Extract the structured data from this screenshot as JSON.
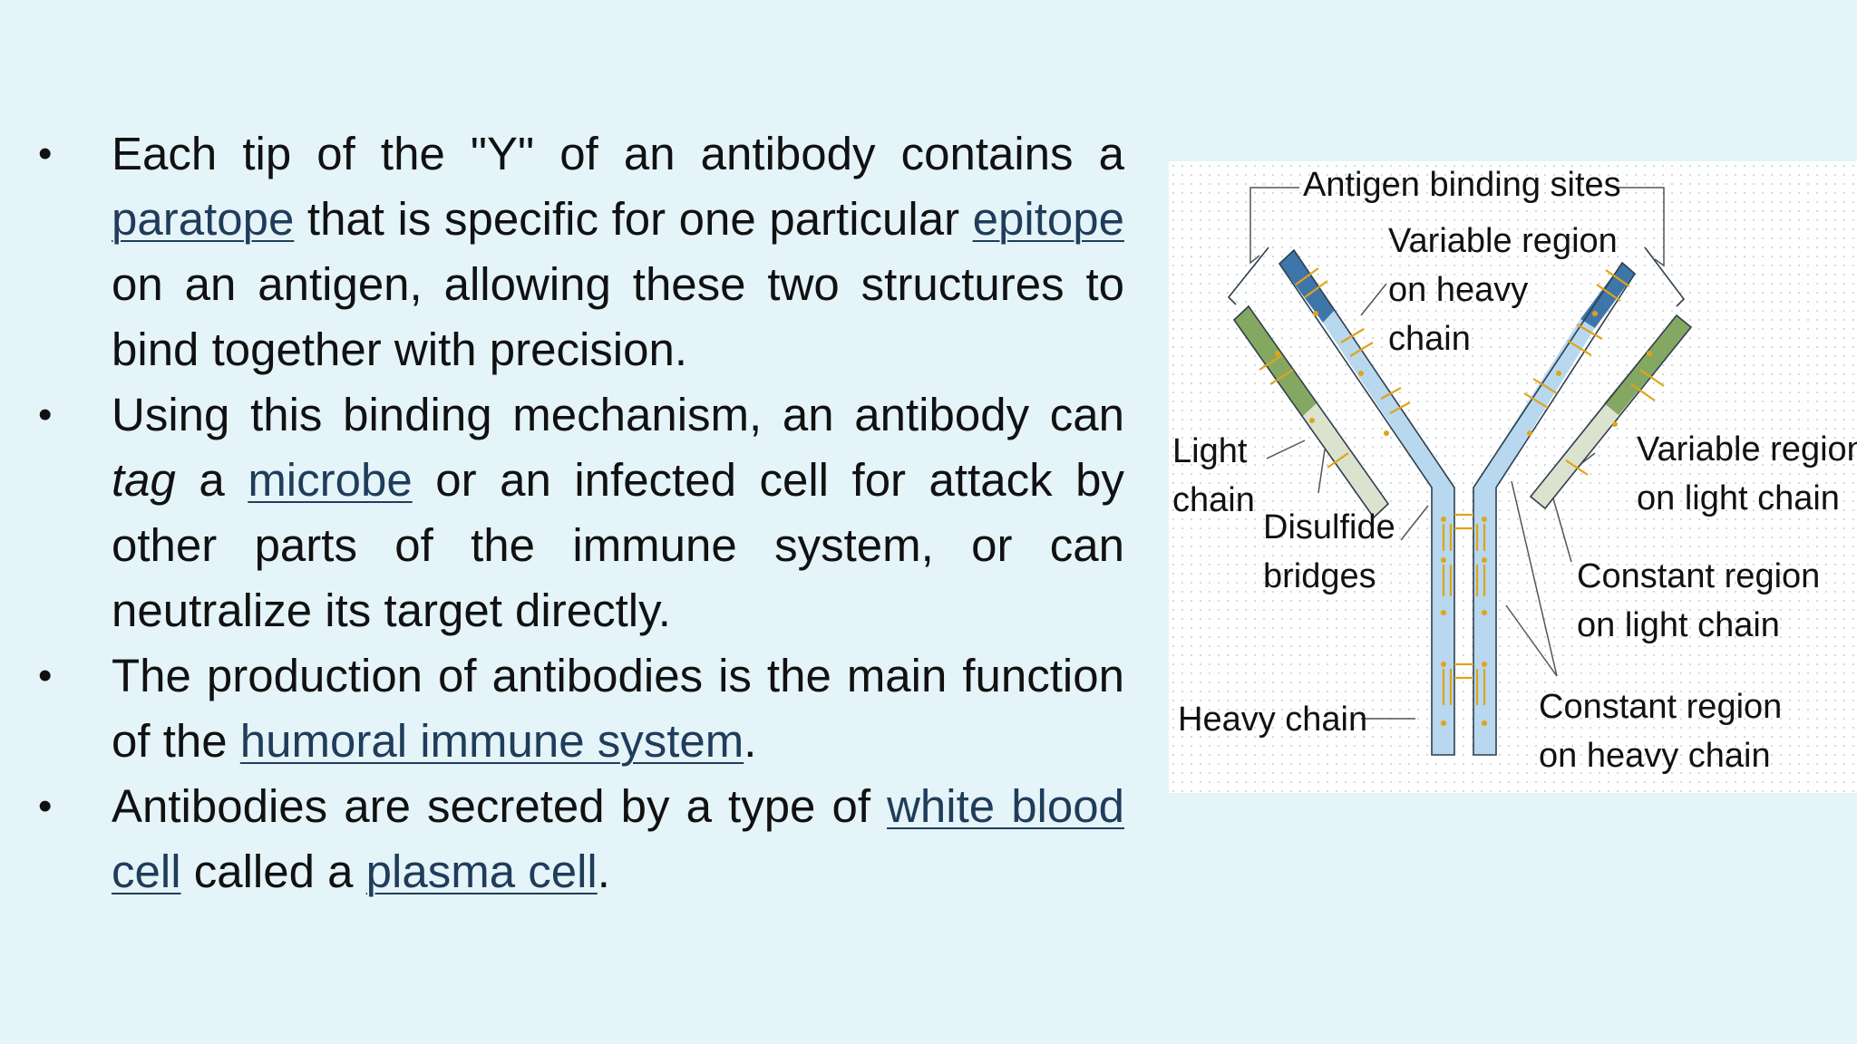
{
  "bullets": [
    {
      "segments": [
        {
          "text": "Each tip of the \"Y\" of an antibody contains a "
        },
        {
          "text": "paratope",
          "link": true
        },
        {
          "text": " that is specific for one particular "
        },
        {
          "text": "epitope",
          "link": true
        },
        {
          "text": " on an antigen, allowing these two structures to bind together with precision."
        }
      ]
    },
    {
      "segments": [
        {
          "text": "Using this binding mechanism, an antibody can "
        },
        {
          "text": "tag",
          "italic": true
        },
        {
          "text": " a "
        },
        {
          "text": "microbe",
          "link": true
        },
        {
          "text": " or an infected cell for attack by other parts of the immune system, or can neutralize its target directly."
        }
      ]
    },
    {
      "segments": [
        {
          "text": "The production of antibodies is the main function of the "
        },
        {
          "text": "humoral immune system",
          "link": true
        },
        {
          "text": "."
        }
      ]
    },
    {
      "segments": [
        {
          "text": " Antibodies are secreted by a type of "
        },
        {
          "text": "white blood cell",
          "link": true
        },
        {
          "text": " called a "
        },
        {
          "text": "plasma cell",
          "link": true
        },
        {
          "text": "."
        }
      ]
    }
  ],
  "bullet_symbol": "•",
  "diagram": {
    "labels": {
      "antigen_binding_sites": "Antigen binding sites",
      "variable_heavy_1": "Variable region",
      "variable_heavy_2": "on heavy",
      "variable_heavy_3": "chain",
      "light_chain_1": "Light",
      "light_chain_2": "chain",
      "disulfide_1": "Disulfide",
      "disulfide_2": "bridges",
      "variable_light_1": "Variable region",
      "variable_light_2": "on light chain",
      "constant_light_1": "Constant region",
      "constant_light_2": "on light chain",
      "heavy_chain": "Heavy chain",
      "constant_heavy_1": "Constant region",
      "constant_heavy_2": "on heavy chain"
    },
    "colors": {
      "heavy_constant": "#b7d8ee",
      "heavy_variable": "#3f76a9",
      "light_variable": "#84a861",
      "light_constant": "#dbe3cf",
      "disulfide": "#e0a419",
      "outline": "#2f3f4f"
    }
  }
}
